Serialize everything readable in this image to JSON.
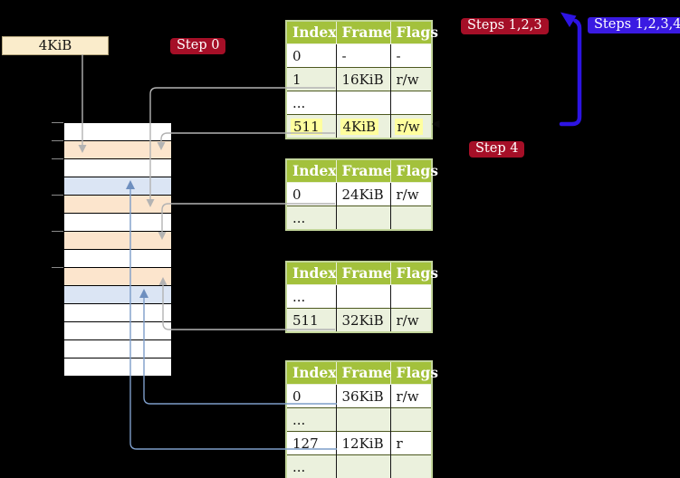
{
  "labels": {
    "page_size": "4KiB",
    "step0": "Step 0",
    "steps123": "Steps 1,2,3",
    "steps1234": "Steps 1,2,3,4",
    "step4": "Step 4"
  },
  "memory_stack": {
    "rows": [
      "white",
      "peach",
      "white",
      "blue",
      "peach",
      "white",
      "peach",
      "white",
      "peach",
      "blue",
      "white",
      "white",
      "white",
      "white"
    ]
  },
  "tables": [
    {
      "name": "page-table-level-4",
      "headers": [
        "Index",
        "Frame",
        "Flags"
      ],
      "rows": [
        {
          "cells": [
            "0",
            "-",
            "-"
          ],
          "highlight": false
        },
        {
          "cells": [
            "1",
            "16KiB",
            "r/w"
          ],
          "highlight": false
        },
        {
          "cells": [
            "...",
            "",
            ""
          ],
          "highlight": false
        },
        {
          "cells": [
            "511",
            "4KiB",
            "r/w"
          ],
          "highlight": true
        }
      ]
    },
    {
      "name": "page-table-level-3",
      "headers": [
        "Index",
        "Frame",
        "Flags"
      ],
      "rows": [
        {
          "cells": [
            "0",
            "24KiB",
            "r/w"
          ],
          "highlight": false
        },
        {
          "cells": [
            "...",
            "",
            ""
          ],
          "highlight": false
        }
      ]
    },
    {
      "name": "page-table-level-2",
      "headers": [
        "Index",
        "Frame",
        "Flags"
      ],
      "rows": [
        {
          "cells": [
            "...",
            "",
            ""
          ],
          "highlight": false
        },
        {
          "cells": [
            "511",
            "32KiB",
            "r/w"
          ],
          "highlight": false
        }
      ]
    },
    {
      "name": "page-table-level-1",
      "headers": [
        "Index",
        "Frame",
        "Flags"
      ],
      "rows": [
        {
          "cells": [
            "0",
            "36KiB",
            "r/w"
          ],
          "highlight": false
        },
        {
          "cells": [
            "...",
            "",
            ""
          ],
          "highlight": false
        },
        {
          "cells": [
            "127",
            "12KiB",
            "r"
          ],
          "highlight": false
        },
        {
          "cells": [
            "...",
            "",
            ""
          ],
          "highlight": false
        }
      ]
    }
  ],
  "connections": [
    {
      "from": "page-size-label",
      "to": "memory-row-2",
      "color": "gray"
    },
    {
      "from": "page-table-level-4.row-1",
      "to": "memory-row-5",
      "color": "gray"
    },
    {
      "from": "page-table-level-4.row-511",
      "to": "memory-row-2",
      "color": "gray"
    },
    {
      "from": "page-table-level-3.row-0",
      "to": "memory-row-7",
      "color": "gray"
    },
    {
      "from": "page-table-level-2.row-511",
      "to": "memory-row-9",
      "color": "gray"
    },
    {
      "from": "page-table-level-1.row-0",
      "to": "memory-row-10",
      "color": "blue"
    },
    {
      "from": "page-table-level-1.row-127",
      "to": "memory-row-4",
      "color": "blue"
    },
    {
      "from": "steps-loop-arrow",
      "to": "page-table-level-4.row-511",
      "color": "big-blue"
    }
  ],
  "colors": {
    "background": "#000000",
    "badge_red": "#a50f27",
    "badge_blue": "#3a1ae2",
    "table_header_green": "#a3c13c",
    "table_row_green": "#ebf1dd",
    "table_border_green": "#c3d69b",
    "highlight_yellow": "#ffff9e",
    "memory_peach": "#fce5cd",
    "memory_blue": "#dbe5f4",
    "label_box_beige": "#faeccb",
    "connector_gray": "#b3b3b3",
    "connector_blue": "#7d9dc9",
    "loop_arrow_blue": "#2d14e3"
  }
}
